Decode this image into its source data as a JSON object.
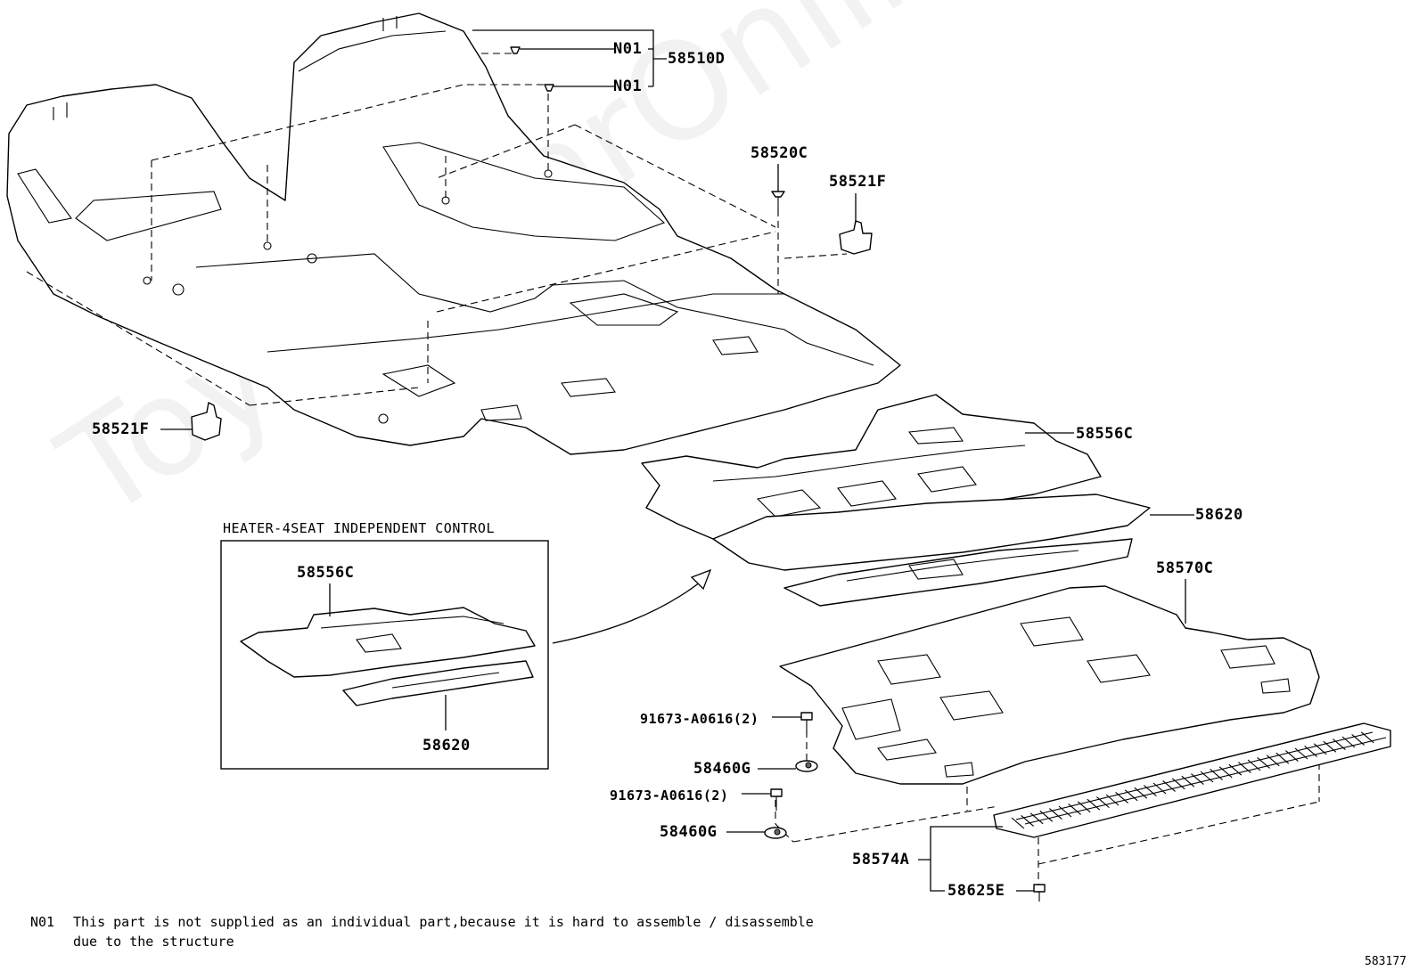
{
  "callouts": {
    "n01_a": "N01",
    "n01_b": "N01",
    "p58510D": "58510D",
    "p58520C": "58520C",
    "p58521F_top": "58521F",
    "p58521F_left": "58521F",
    "p58556C_main": "58556C",
    "p58620_main": "58620",
    "p58570C": "58570C",
    "bolt_a": "91673-A0616(2)",
    "bolt_b": "91673-A0616(2)",
    "p58460G_a": "58460G",
    "p58460G_b": "58460G",
    "p58574A": "58574A",
    "p58625E": "58625E"
  },
  "inset": {
    "title": "HEATER-4SEAT INDEPENDENT CONTROL",
    "p58556C": "58556C",
    "p58620": "58620"
  },
  "footnote": {
    "key": "N01",
    "line1": "This part is not supplied as an individual part,because it is hard to assemble / disassemble",
    "line2": "due to the structure"
  },
  "ref_number": "583177",
  "watermark": "ToyotaCarOnline.ru"
}
